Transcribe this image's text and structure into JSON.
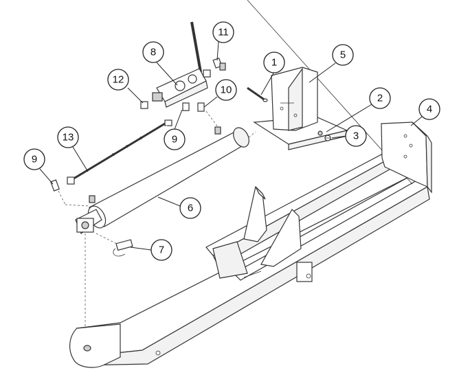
{
  "callouts": [
    {
      "id": "c1",
      "label": "1"
    },
    {
      "id": "c2",
      "label": "2"
    },
    {
      "id": "c3",
      "label": "3"
    },
    {
      "id": "c4",
      "label": "4"
    },
    {
      "id": "c5",
      "label": "5"
    },
    {
      "id": "c6",
      "label": "6"
    },
    {
      "id": "c7",
      "label": "7"
    },
    {
      "id": "c8",
      "label": "8"
    },
    {
      "id": "c9a",
      "label": "9"
    },
    {
      "id": "c9b",
      "label": "9"
    },
    {
      "id": "c10",
      "label": "10"
    },
    {
      "id": "c11",
      "label": "11"
    },
    {
      "id": "c12",
      "label": "12"
    },
    {
      "id": "c13",
      "label": "13"
    }
  ]
}
